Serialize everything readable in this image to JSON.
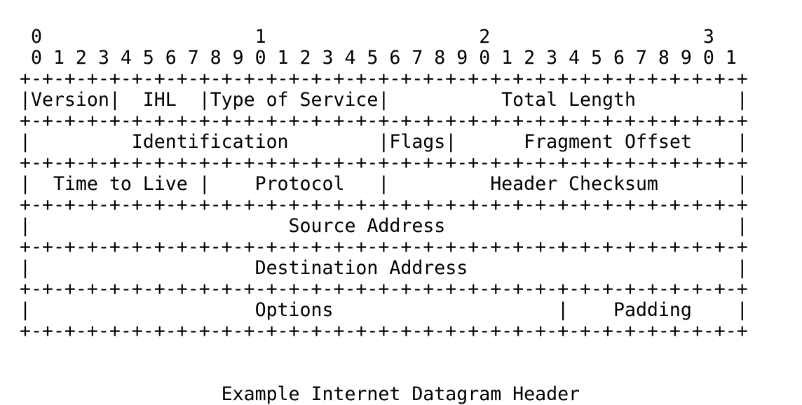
{
  "diagram": {
    "bit_tens": " 0                   1                   2                   3",
    "bit_units": " 0 1 2 3 4 5 6 7 8 9 0 1 2 3 4 5 6 7 8 9 0 1 2 3 4 5 6 7 8 9 0 1",
    "rows": [
      "|Version|  IHL  |Type of Service|          Total Length         |",
      "|         Identification        |Flags|      Fragment Offset    |",
      "|  Time to Live |    Protocol   |         Header Checksum       |",
      "|                       Source Address                          |",
      "|                    Destination Address                        |",
      "|                    Options                    |    Padding    |"
    ],
    "separator": "+-+-+-+-+-+-+-+-+-+-+-+-+-+-+-+-+-+-+-+-+-+-+-+-+-+-+-+-+-+-+-+-+",
    "caption": "Example Internet Datagram Header"
  }
}
